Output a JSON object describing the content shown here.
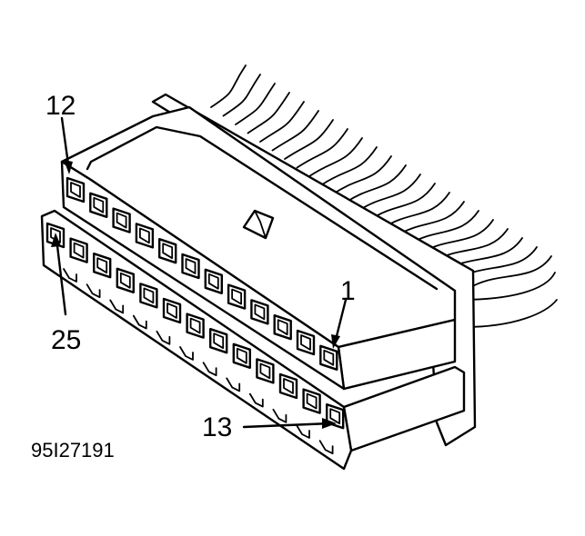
{
  "figure": {
    "pin_labels": {
      "top_left": "12",
      "top_right": "1",
      "bottom_left": "25",
      "bottom_right": "13"
    },
    "figure_id": "95I27191",
    "colors": {
      "line": "#000000",
      "background": "#ffffff"
    }
  }
}
